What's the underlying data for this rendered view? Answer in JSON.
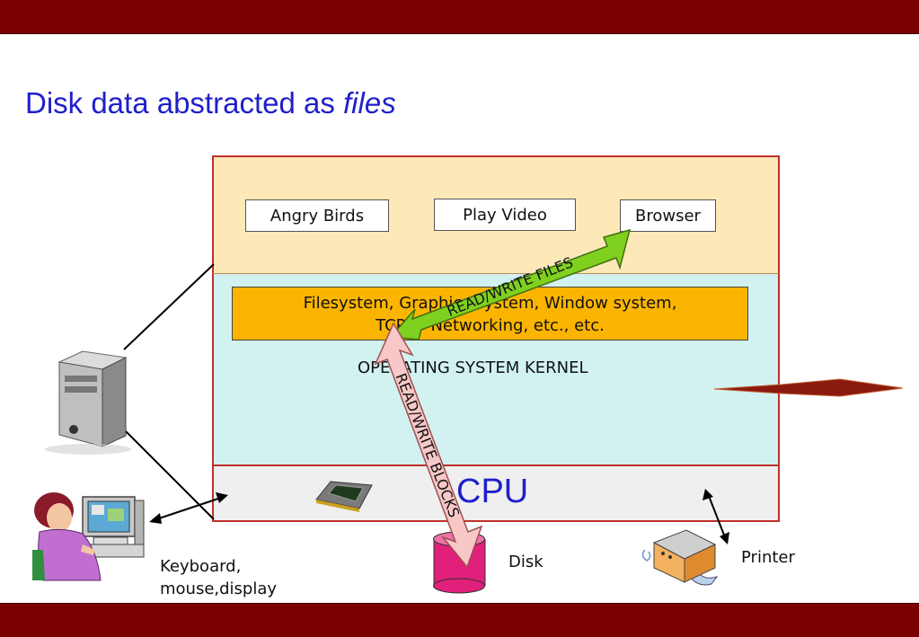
{
  "slide": {
    "title_prefix": "Disk data abstracted as ",
    "title_emphasis": "files"
  },
  "apps": [
    "Angry Birds",
    "Play Video",
    "Browser"
  ],
  "kernel": {
    "services_line1": "Filesystem, Graphics system, Window system,",
    "services_line2": "TCP/IP Networking, etc., etc.",
    "label": "OPERATING SYSTEM KERNEL"
  },
  "cpu": {
    "label": "CPU"
  },
  "arrows": {
    "files": "READ/WRITE FILES",
    "blocks": "READ/WRITE BLOCKS"
  },
  "devices": {
    "disk": "Disk",
    "printer": "Printer",
    "io_line1": "Keyboard,",
    "io_line2": "mouse,display"
  },
  "colors": {
    "bar": "#7a0000",
    "title": "#1f1fcc",
    "app_layer": "#fde9b8",
    "kernel_layer": "#d2f2f2",
    "services": "#fbb500",
    "files_arrow": "#80d020",
    "blocks_arrow": "#f8c8c8",
    "disk": "#e0207a"
  }
}
